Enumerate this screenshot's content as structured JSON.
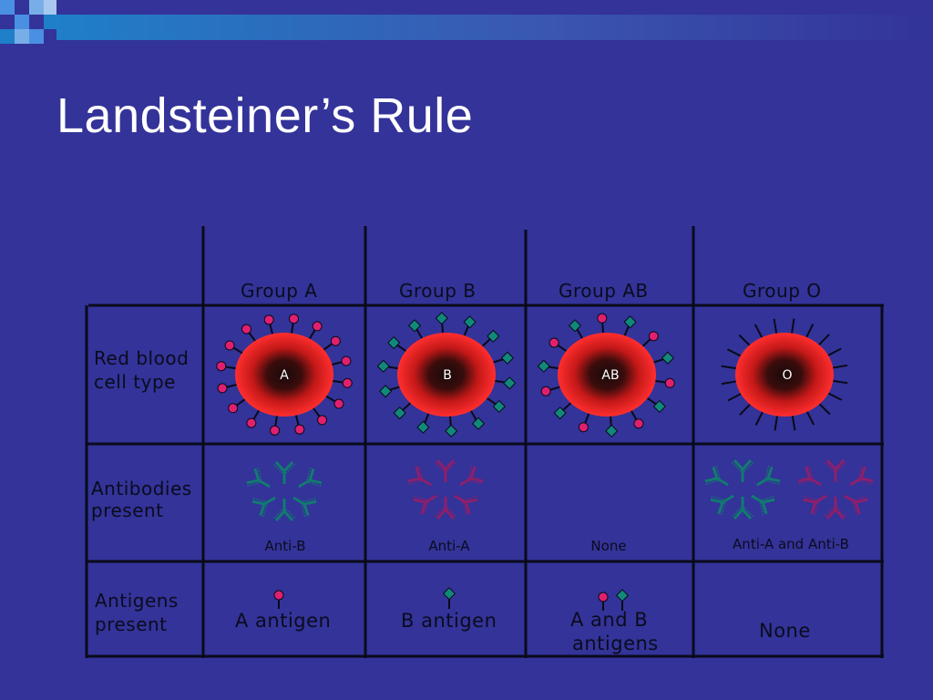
{
  "slide": {
    "title": "Landsteiner’s Rule"
  },
  "table": {
    "columns": [
      "Group A",
      "Group B",
      "Group AB",
      "Group O"
    ],
    "row_labels": {
      "rbc": [
        "Red blood",
        "cell type"
      ],
      "antibodies": [
        "Antibodies",
        "present"
      ],
      "antigens": [
        "Antigens",
        "present"
      ]
    },
    "cells": [
      "A",
      "B",
      "AB",
      "O"
    ],
    "antibodies": [
      "Anti-B",
      "Anti-A",
      "None",
      "Anti-A and Anti-B"
    ],
    "antigens": {
      "a": "A antigen",
      "b": "B antigen",
      "ab": [
        "A and B",
        "antigens"
      ],
      "o": "None"
    }
  },
  "colors": {
    "background": "#333399",
    "grid": "#0a0a1a",
    "cell_red": "#ff2a2a",
    "a_antigen": "#e0206f",
    "b_antigen": "#11897a",
    "anti_b": "#127a70",
    "anti_a": "#8e1f6b"
  }
}
